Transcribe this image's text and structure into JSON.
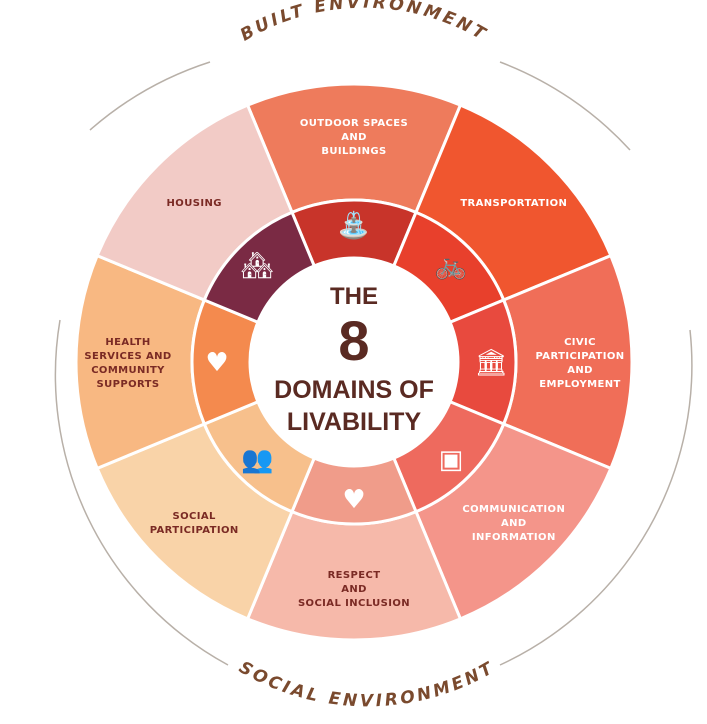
{
  "environments": {
    "top": "BUILT ENVIRONMENT",
    "bottom": "SOCIAL ENVIRONMENT"
  },
  "center": {
    "line1": "THE",
    "line2": "8",
    "line3": "DOMAINS OF",
    "line4": "LIVABILITY"
  },
  "domains": [
    {
      "lines": [
        "OUTDOOR SPACES",
        "AND",
        "BUILDINGS"
      ],
      "icon": "park-icon",
      "outer_color": "#ee7b5c",
      "ring_color": "#c8342a"
    },
    {
      "lines": [
        "TRANSPORTATION"
      ],
      "icon": "bicycle-icon",
      "outer_color": "#f0562f",
      "ring_color": "#e8402c"
    },
    {
      "lines": [
        "CIVIC",
        "PARTICIPATION",
        "AND",
        "EMPLOYMENT"
      ],
      "icon": "building-columns-icon",
      "outer_color": "#f06e58",
      "ring_color": "#e84a3e"
    },
    {
      "lines": [
        "COMMUNICATION",
        "AND",
        "INFORMATION"
      ],
      "icon": "monitor-icon",
      "outer_color": "#f4958a",
      "ring_color": "#ee6a5e"
    },
    {
      "lines": [
        "RESPECT",
        "AND",
        "SOCIAL INCLUSION"
      ],
      "icon": "heart-hands-icon",
      "outer_color": "#f6b9aa",
      "ring_color": "#f09c8a"
    },
    {
      "lines": [
        "SOCIAL",
        "PARTICIPATION"
      ],
      "icon": "people-icon",
      "outer_color": "#f9d3a8",
      "ring_color": "#f7c08c"
    },
    {
      "lines": [
        "HEALTH",
        "SERVICES AND",
        "COMMUNITY",
        "SUPPORTS"
      ],
      "icon": "heart-pulse-icon",
      "outer_color": "#f8b882",
      "ring_color": "#f48a4e"
    },
    {
      "lines": [
        "HOUSING"
      ],
      "icon": "houses-icon",
      "outer_color": "#f2cbc6",
      "ring_color": "#7a2a44"
    }
  ]
}
